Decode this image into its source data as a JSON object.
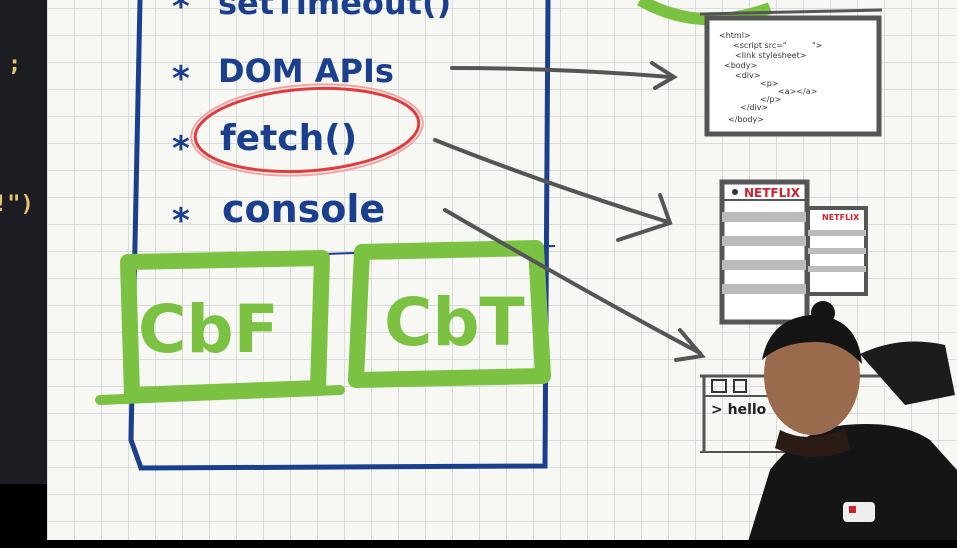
{
  "editor": {
    "glyph_semicolon": ";",
    "glyph_paren": "!\")"
  },
  "stack": {
    "items": [
      {
        "bullet": "*",
        "label": "setTimeout()"
      },
      {
        "bullet": "*",
        "label": "DOM APIs"
      },
      {
        "bullet": "*",
        "label": "fetch()"
      },
      {
        "bullet": "*",
        "label": "console"
      }
    ],
    "queues": [
      {
        "label": "CbF"
      },
      {
        "label": "CbT"
      }
    ]
  },
  "html_doc": {
    "lines": [
      "<html>",
      "<script src=\"",
      "\">",
      "<link stylesheet>",
      "<body>",
      "<div>",
      "<p>",
      "<a></a>",
      "</p>",
      "</div>",
      "</body>"
    ]
  },
  "netflix": {
    "brand": "NETFLIX",
    "brand_small": "NETFLIX"
  },
  "console_window": {
    "prompt": "> hello"
  },
  "colors": {
    "board": "#f7f7f4",
    "ink_blue": "#1a3f8f",
    "ink_green": "#7cc242",
    "ink_red": "#e23b3b",
    "ink_gray": "#555555",
    "netflix_red": "#d0222c"
  }
}
